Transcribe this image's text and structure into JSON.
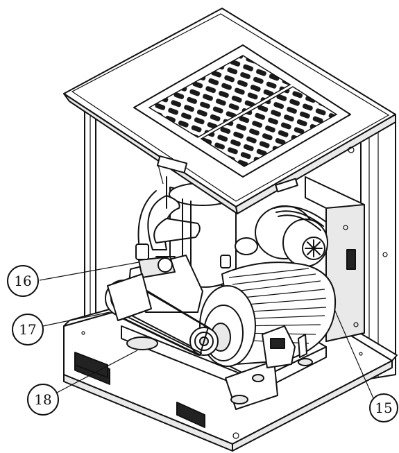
{
  "callouts": [
    {
      "id": "c16",
      "label": "16"
    },
    {
      "id": "c17",
      "label": "17"
    },
    {
      "id": "c18",
      "label": "18"
    },
    {
      "id": "c15",
      "label": "15"
    }
  ]
}
